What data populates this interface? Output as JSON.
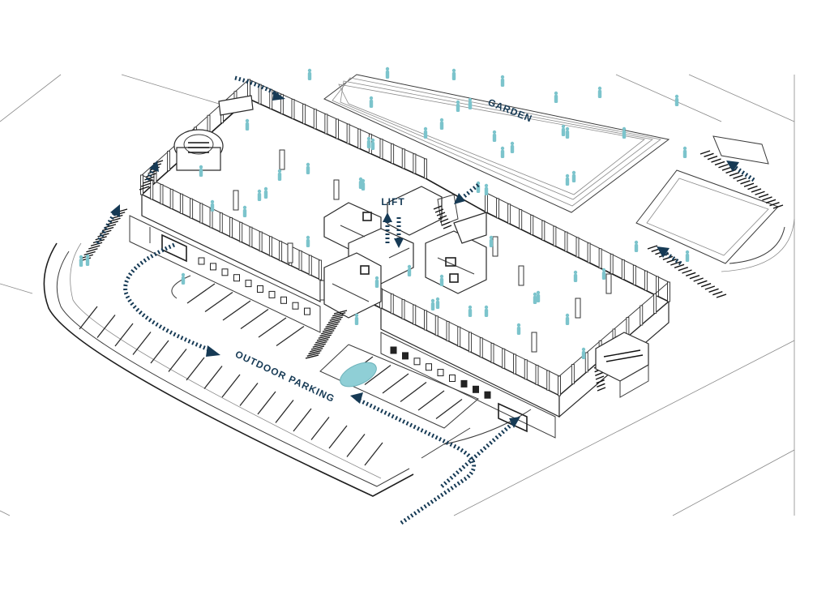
{
  "labels": {
    "garden": "GARDEN",
    "lift": "LIFT",
    "outdoor_parking": "OUTDOOR PARKING"
  },
  "colors": {
    "flow_arrow": "#163a55",
    "people": "#7cc4cc",
    "water": "#8fcfd6",
    "linework": "#2a2a2a"
  },
  "icons": {
    "circulation": "dashed-flow-arrow",
    "people": "person-figure",
    "stairs": "staircase",
    "lift": "lift-arrows"
  }
}
